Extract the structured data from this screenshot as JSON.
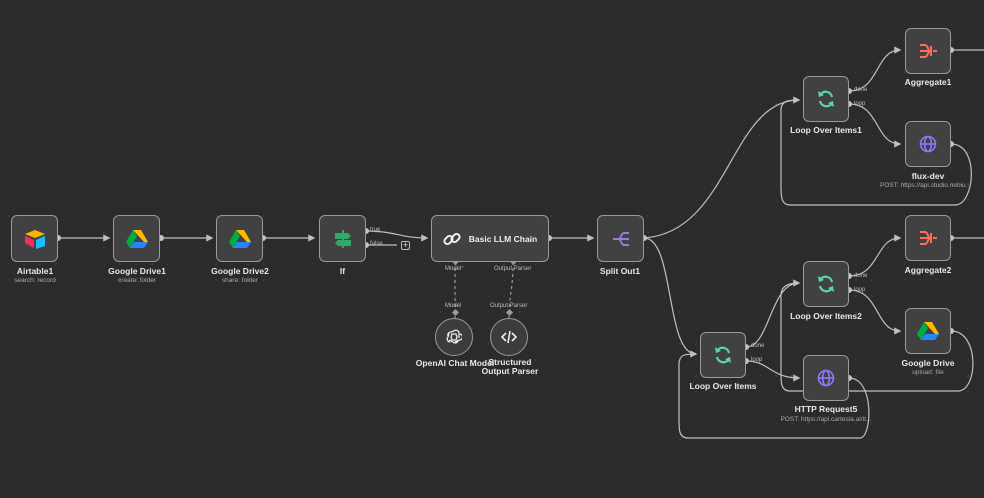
{
  "nodes": {
    "airtable": {
      "title": "Airtable1",
      "subtitle": "search: record",
      "icon": "airtable-icon"
    },
    "gdrive1": {
      "title": "Google Drive1",
      "subtitle": "create: folder",
      "icon": "google-drive-icon"
    },
    "gdrive2": {
      "title": "Google Drive2",
      "subtitle": "share: folder",
      "icon": "google-drive-icon"
    },
    "if": {
      "title": "If",
      "icon": "if-icon",
      "true_label": "true",
      "false_label": "false"
    },
    "llm_chain": {
      "title": "Basic LLM Chain",
      "icon": "link-icon",
      "model_label": "Model",
      "model_star": "*",
      "parser_label": "Output Parser"
    },
    "openai": {
      "title": "OpenAI Chat Model",
      "port_label": "Model",
      "icon": "openai-icon"
    },
    "parser": {
      "title": "Structured Output Parser",
      "port_label": "Output Parser",
      "icon": "code-icon"
    },
    "split_out": {
      "title": "Split Out1",
      "icon": "split-icon"
    },
    "loop_items1": {
      "title": "Loop Over Items1",
      "icon": "loop-icon",
      "done_label": "done",
      "loop_label": "loop"
    },
    "aggregate1": {
      "title": "Aggregate1",
      "icon": "aggregate-icon"
    },
    "flux_dev": {
      "title": "flux-dev",
      "subtitle": "POST: https://api.studio.nebiu...",
      "icon": "globe-icon"
    },
    "loop_items2": {
      "title": "Loop Over Items2",
      "icon": "loop-icon",
      "done_label": "done",
      "loop_label": "loop"
    },
    "aggregate2": {
      "title": "Aggregate2",
      "icon": "aggregate-icon"
    },
    "gdrive_upload": {
      "title": "Google Drive",
      "subtitle": "upload: file",
      "icon": "google-drive-icon"
    },
    "loop_items": {
      "title": "Loop Over Items",
      "icon": "loop-icon",
      "done_label": "done",
      "loop_label": "loop"
    },
    "http5": {
      "title": "HTTP Request5",
      "subtitle": "POST: https://api.cartesia.ai/tt...",
      "icon": "globe-icon"
    }
  },
  "colors": {
    "background": "#2b2b2b",
    "node_fill": "#414141",
    "node_border": "#9a9a9a",
    "connection": "#bfbfbf",
    "loop_icon": "#5fd4b0",
    "aggregate_icon": "#ff6d5a",
    "globe_icon": "#8b7bff",
    "split_icon": "#9b7bd6",
    "if_icon": "#33a86b"
  }
}
